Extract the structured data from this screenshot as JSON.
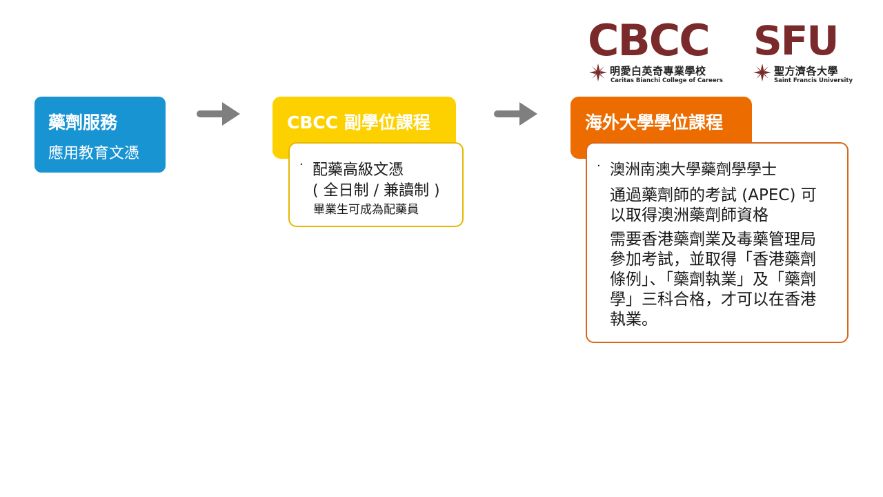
{
  "logos": {
    "cbcc": {
      "mark": "CBCC",
      "chinese": "明愛白英奇專業學校",
      "english": "Caritas Bianchi College of Careers"
    },
    "sfu": {
      "mark": "SFU",
      "chinese": "聖方濟各大學",
      "english": "Saint Francis University"
    }
  },
  "colors": {
    "blue": "#1994d3",
    "yellow": "#fdd100",
    "orange": "#ec6c00",
    "brand": "#7a2a2b",
    "arrow": "#7f7f7f"
  },
  "step1": {
    "title": "藥劑服務",
    "subtitle": "應用教育文憑"
  },
  "step2": {
    "title": "CBCC 副學位課程",
    "detail": {
      "bullet": "·",
      "line1": "配藥高級文憑",
      "line2": "( 全日制 / 兼讀制 )",
      "line3": "畢業生可成為配藥員"
    }
  },
  "step3": {
    "title": "海外大學學位課程",
    "detail": {
      "bullet": "·",
      "line1": "澳洲南澳大學藥劑學學士",
      "line2": "通過藥劑師的考試 (APEC) 可",
      "line3": "以取得澳洲藥劑師資格",
      "line4": "需要香港藥劑業及毒藥管理局",
      "line5": "參加考試，並取得「香港藥劑",
      "line6": "條例」、「藥劑執業」及「藥劑",
      "line7": "學」三科合格，才可以在香港",
      "line8": "執業。"
    }
  }
}
